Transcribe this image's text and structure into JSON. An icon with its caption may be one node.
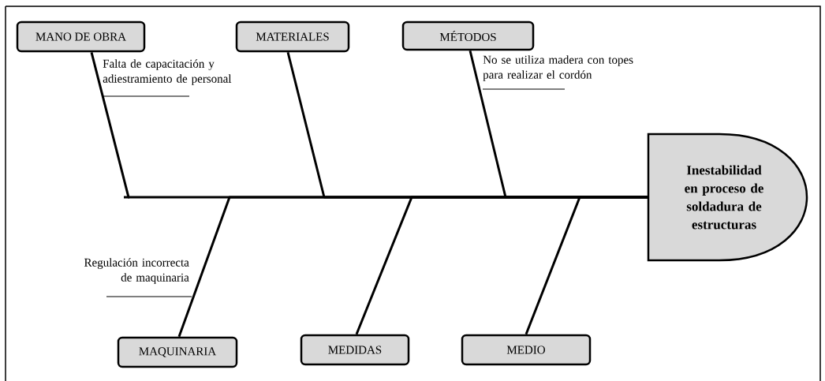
{
  "diagram": {
    "nodes": [
      {
        "text": [
          "MANO DE OBRA"
        ]
      },
      {
        "text": [
          "MATERIALES"
        ]
      },
      {
        "text": [
          "MÉTODOS"
        ]
      },
      {
        "text": [
          "MAQUINARIA"
        ]
      },
      {
        "text": [
          "MEDIDAS"
        ]
      },
      {
        "text": [
          "MEDIO"
        ]
      },
      {
        "text": [
          "Inestabilidad en proceso de soldadura de estructuras"
        ]
      }
    ],
    "edges": [
      {
        "from": 0,
        "to": 6,
        "arrow": "none"
      },
      {
        "from": 1,
        "to": 6,
        "arrow": "none"
      },
      {
        "from": 2,
        "to": 6,
        "arrow": "none"
      },
      {
        "from": 3,
        "to": 6,
        "arrow": "none"
      },
      {
        "from": 4,
        "to": 6,
        "arrow": "none"
      },
      {
        "from": 5,
        "to": 6,
        "arrow": "none"
      }
    ],
    "labels": [
      "Falta de capacitación y adiestramiento de personal",
      "No se utiliza madera con topes para realizar el cordón",
      "Regulación incorrecta de maquinaria"
    ]
  }
}
